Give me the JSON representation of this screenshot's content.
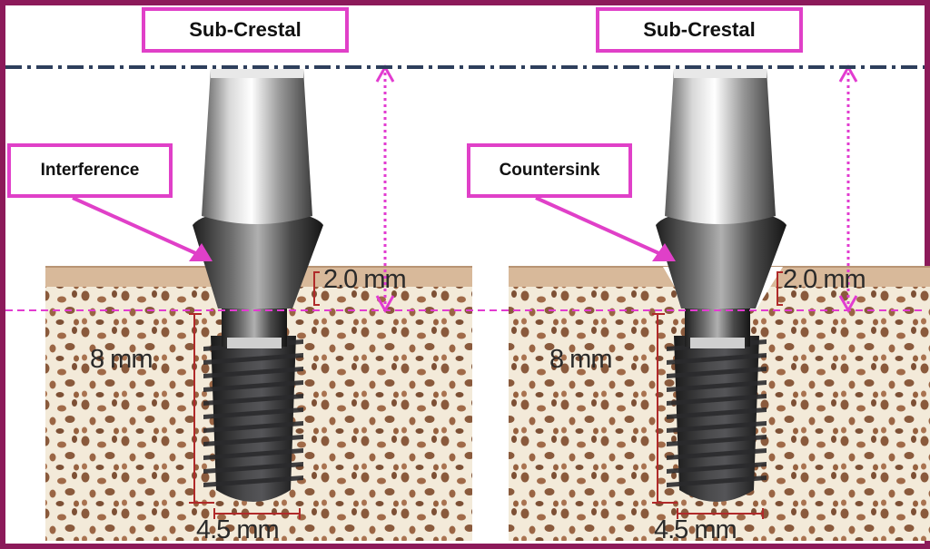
{
  "colors": {
    "frame": "#8c1a5a",
    "label_border": "#e040c8",
    "magenta_line": "#e23cd0",
    "crestal_line": "#2e3f5c",
    "gum": "#d8b99a",
    "bone": "#f3ead9",
    "bone_spot": "#8a5a3c",
    "measure": "#b02a2a",
    "implant": "#3a3a3c"
  },
  "panels": [
    {
      "title": "Sub-Crestal",
      "callout": "Interference",
      "depth_label": "2.0 mm",
      "length_label": "8 mm",
      "width_label": "4.5 mm"
    },
    {
      "title": "Sub-Crestal",
      "callout": "Countersink",
      "depth_label": "2.0 mm",
      "length_label": "8 mm",
      "width_label": "4.5 mm"
    }
  ]
}
